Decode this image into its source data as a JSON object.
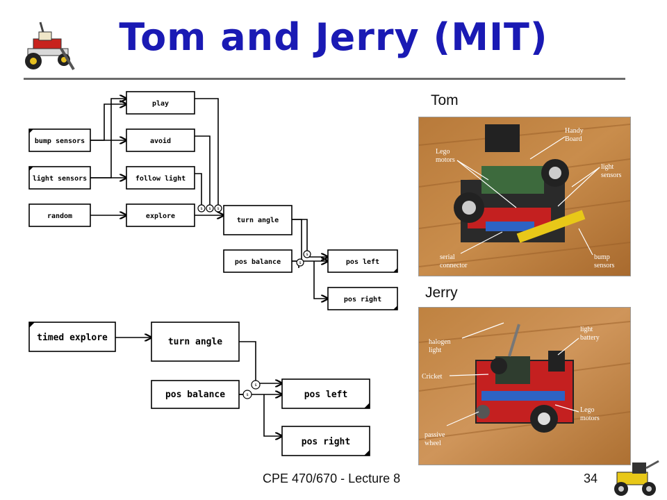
{
  "title": "Tom and Jerry (MIT)",
  "diagram_top": {
    "behaviors": {
      "play": "play",
      "avoid": "avoid",
      "follow_light": "follow light",
      "explore": "explore"
    },
    "inputs": {
      "bump": "bump sensors",
      "light": "light sensors",
      "random": "random"
    },
    "turn_angle": "turn angle",
    "pos_balance": "pos balance",
    "pos_left": "pos left",
    "pos_right": "pos right",
    "suppressor": "s"
  },
  "diagram_bottom": {
    "timed_explore": "timed explore",
    "turn_angle": "turn angle",
    "pos_balance": "pos balance",
    "pos_left": "pos left",
    "pos_right": "pos right",
    "suppressor": "s"
  },
  "tom": {
    "caption": "Tom",
    "labels": {
      "lego_motors": [
        "Lego",
        "motors"
      ],
      "handy_board": [
        "Handy",
        "Board"
      ],
      "light_sensors": [
        "light",
        "sensors"
      ],
      "serial": [
        "serial",
        "connector"
      ],
      "bump": [
        "bump",
        "sensors"
      ]
    }
  },
  "jerry": {
    "caption": "Jerry",
    "labels": {
      "halogen": [
        "halogen",
        "light"
      ],
      "cricket": "Cricket",
      "battery": [
        "light",
        "battery"
      ],
      "motors": [
        "Lego",
        "motors"
      ],
      "wheel": [
        "passive",
        "wheel"
      ]
    }
  },
  "footer": {
    "course": "CPE 470/670 - Lecture 8",
    "page": "34"
  },
  "colors": {
    "title": "#1a1ab4",
    "rule": "#6b6b6b"
  }
}
